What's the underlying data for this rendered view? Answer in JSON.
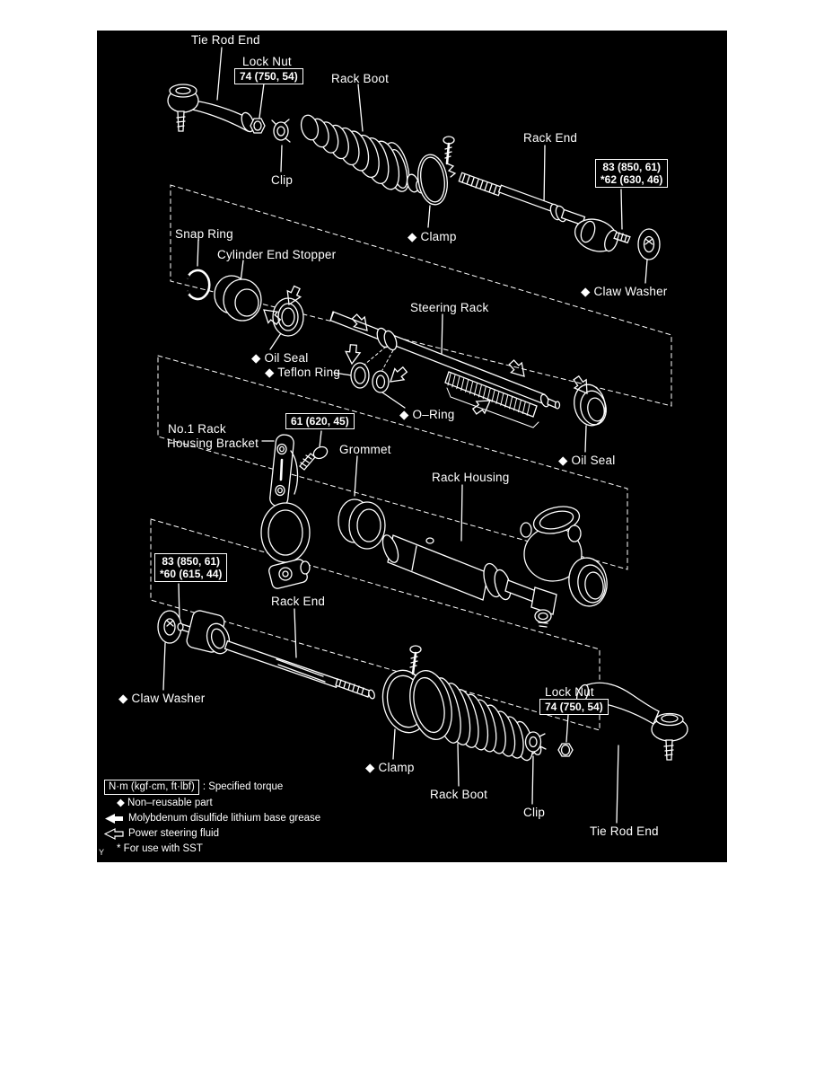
{
  "diagram": {
    "title_context": "Steering rack and tie rod exploded view",
    "colors": {
      "background": "#000000",
      "line": "#ffffff",
      "page": "#ffffff"
    },
    "labels": {
      "tie_rod_end_top": "Tie Rod End",
      "lock_nut_top": "Lock Nut",
      "rack_boot_top": "Rack Boot",
      "clip_top": "Clip",
      "clamp_top": "◆ Clamp",
      "rack_end_top": "Rack End",
      "claw_washer_top": "◆ Claw Washer",
      "snap_ring": "Snap Ring",
      "cylinder_end_stopper": "Cylinder End Stopper",
      "steering_rack": "Steering Rack",
      "oil_seal_left": "◆ Oil Seal",
      "teflon_ring": "◆ Teflon Ring",
      "o_ring": "◆ O–Ring",
      "no1_rack_line1": "No.1 Rack",
      "no1_rack_line2": "Housing Bracket",
      "grommet": "Grommet",
      "rack_housing": "Rack Housing",
      "oil_seal_right": "◆ Oil Seal",
      "rack_end_bottom": "Rack End",
      "claw_washer_bottom": "◆ Claw Washer",
      "clamp_bottom": "◆ Clamp",
      "rack_boot_bottom": "Rack Boot",
      "lock_nut_bottom": "Lock Nut",
      "clip_bottom": "Clip",
      "tie_rod_end_bottom": "Tie Rod End"
    },
    "torques": {
      "lock_nut_top": "74 (750, 54)",
      "rack_end_top_1": "83 (850, 61)",
      "rack_end_top_2": "*62 (630, 46)",
      "bracket_bolt": "61 (620, 45)",
      "rack_end_bottom_1": "83 (850, 61)",
      "rack_end_bottom_2": "*60 (615, 44)",
      "lock_nut_bottom": "74 (750, 54)"
    },
    "legend": {
      "torque_box": "N·m (kgf·cm, ft·lbf)",
      "torque_desc": ": Specified torque",
      "non_reusable": "◆ Non–reusable part",
      "grease": "Molybdenum disulfide lithium base grease",
      "fluid": "Power steering fluid",
      "sst": "* For use with SST",
      "page_marker": "Y"
    }
  }
}
